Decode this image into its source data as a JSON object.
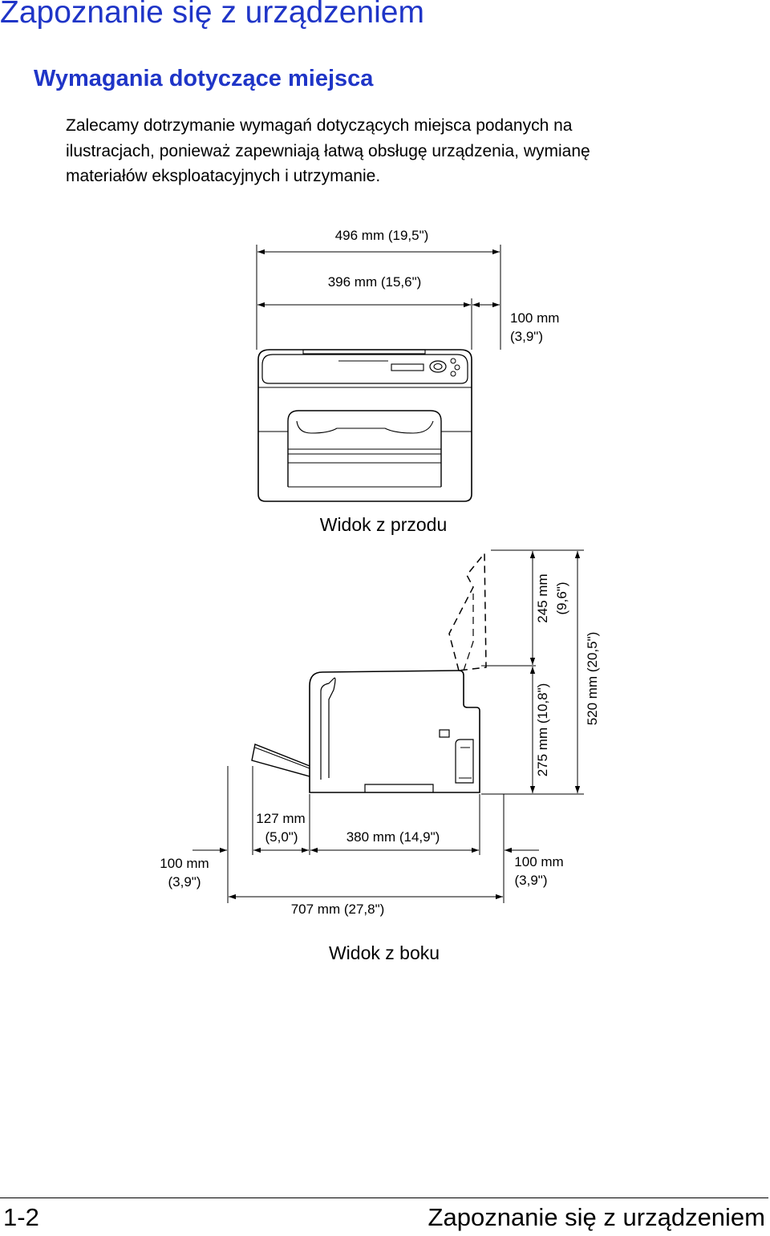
{
  "header": {
    "chapter_title": "Zapoznanie się z urządzeniem",
    "section_title": "Wymagania dotyczące miejsca"
  },
  "intro": {
    "lines": [
      "Zalecamy dotrzymanie wymagań dotyczących miejsca podanych na",
      "ilustracjach, ponieważ zapewniają łatwą obsługę urządzenia, wymianę",
      "materiałów eksploatacyjnych i utrzymanie."
    ]
  },
  "front_view": {
    "caption": "Widok z przodu",
    "dim_total": "496 mm (19,5\")",
    "dim_body": "396 mm (15,6\")",
    "dim_side_value": "100 mm",
    "dim_side_inch": "(3,9\")"
  },
  "side_view": {
    "caption": "Widok z boku",
    "dim_height_top_value": "245 mm",
    "dim_height_top_inch": "(9,6\")",
    "dim_height_body": "275 mm (10,8\")",
    "dim_height_total": "520 mm (20,5\")",
    "dim_tray_value": "127 mm",
    "dim_tray_inch": "(5,0\")",
    "dim_body": "380 mm (14,9\")",
    "dim_left_value": "100 mm",
    "dim_left_inch": "(3,9\")",
    "dim_right_value": "100 mm",
    "dim_right_inch": "(3,9\")",
    "dim_total": "707 mm (27,8\")"
  },
  "footer": {
    "page_number": "1-2",
    "running_title": "Zapoznanie się z urządzeniem"
  },
  "colors": {
    "heading": "#1f35c7",
    "text": "#000000"
  }
}
